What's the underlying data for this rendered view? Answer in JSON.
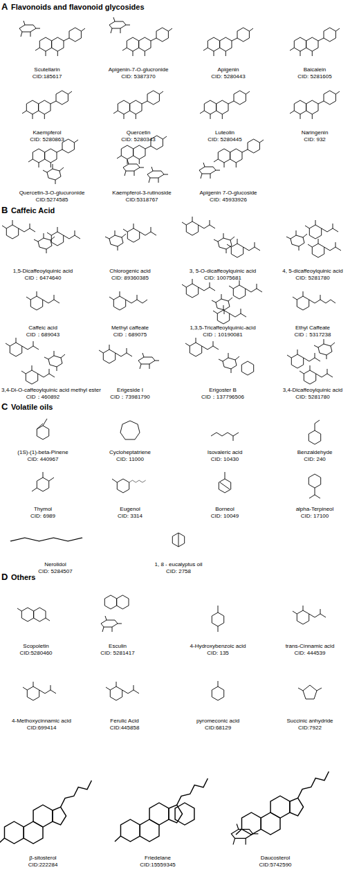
{
  "diagram": {
    "labels": [
      "A",
      "Flavonoids and flavonoid glycosides",
      "Scutellarin",
      "CID:185617",
      "Apigenin-7-O-glucronide",
      "CID: 5387370",
      "Apigenin",
      "CID: 5280443",
      "Baicalein",
      "CID: 5281605",
      "Kaempferol",
      "CID: 5280863",
      "Quercetin",
      "CID: 5280343",
      "Luteolin",
      "CID: 5280445",
      "Naringenin",
      "CID: 932",
      "Quercetin-3-O-glucuronide",
      "CID:5274585",
      "Kaempferol-3-rutinoside",
      "CID:5318767",
      "Apigenin 7-O-glucoside",
      "CID: 45933926",
      "B",
      "Caffeic Acid",
      "1,5-Dicaffeoylquinic acid",
      "CID：6474640",
      "Chlorogenic acid",
      "CID: 89360385",
      "3, 5-O-dicaffeoylquinic acid",
      "CID: 10075681",
      "4, 5-dicaffeoylquinic acid",
      "CID: 5281780",
      "Caffeic acid",
      "CID：689043",
      "Methyl caffeate",
      "CID：689075",
      "1,3,5-Tricaffeoylquinic-acid",
      "CID：10190081",
      "Ethyl Caffeate",
      "CID：5317238",
      "3,4-Di-O-caffeoylquinic acid methyl ester",
      "CID：460892",
      "Erigeside I",
      "CID：73981790",
      "Erigoster B",
      "CID：137796506",
      "3,4-Dicaffeoylquinic acid",
      "CID: 5281780",
      "C",
      "Volatile oils",
      "(1S)-(1)-beta-Pinene",
      "CID: 440967",
      "Cycloheptatriene",
      "CID: 11000",
      "Isovaleric acid",
      "CID: 10430",
      "Benzaldehyde",
      "CID: 240",
      "Thymol",
      "CID: 6989",
      "Eugenol",
      "CID: 3314",
      "Borneol",
      "CID: 10049",
      "alpha-Terpineol",
      "CID: 17100",
      "Nerolidol",
      "CID: 5284507",
      "1, 8 - eucalyptus oil",
      "CID: 2758",
      "D",
      "Others",
      "Scopoletin",
      "CID:5280460",
      "Esculin",
      "CID: 5281417",
      "4-Hydroxybenzoic acid",
      "CID: 135",
      "trans-Cinnamic acid",
      "CID: 444539",
      "4-Methoxycinnamic acid",
      "CID:699414",
      "Ferulic Acid",
      "CID:445858",
      "pyromeconic acid",
      "CID:68129",
      "Succinic anhydride",
      "CID:7922",
      "β-sitosterol",
      "CID:222284",
      "Friedelane",
      "CID:15559345",
      "Daucosterol",
      "CID:5742590"
    ]
  }
}
